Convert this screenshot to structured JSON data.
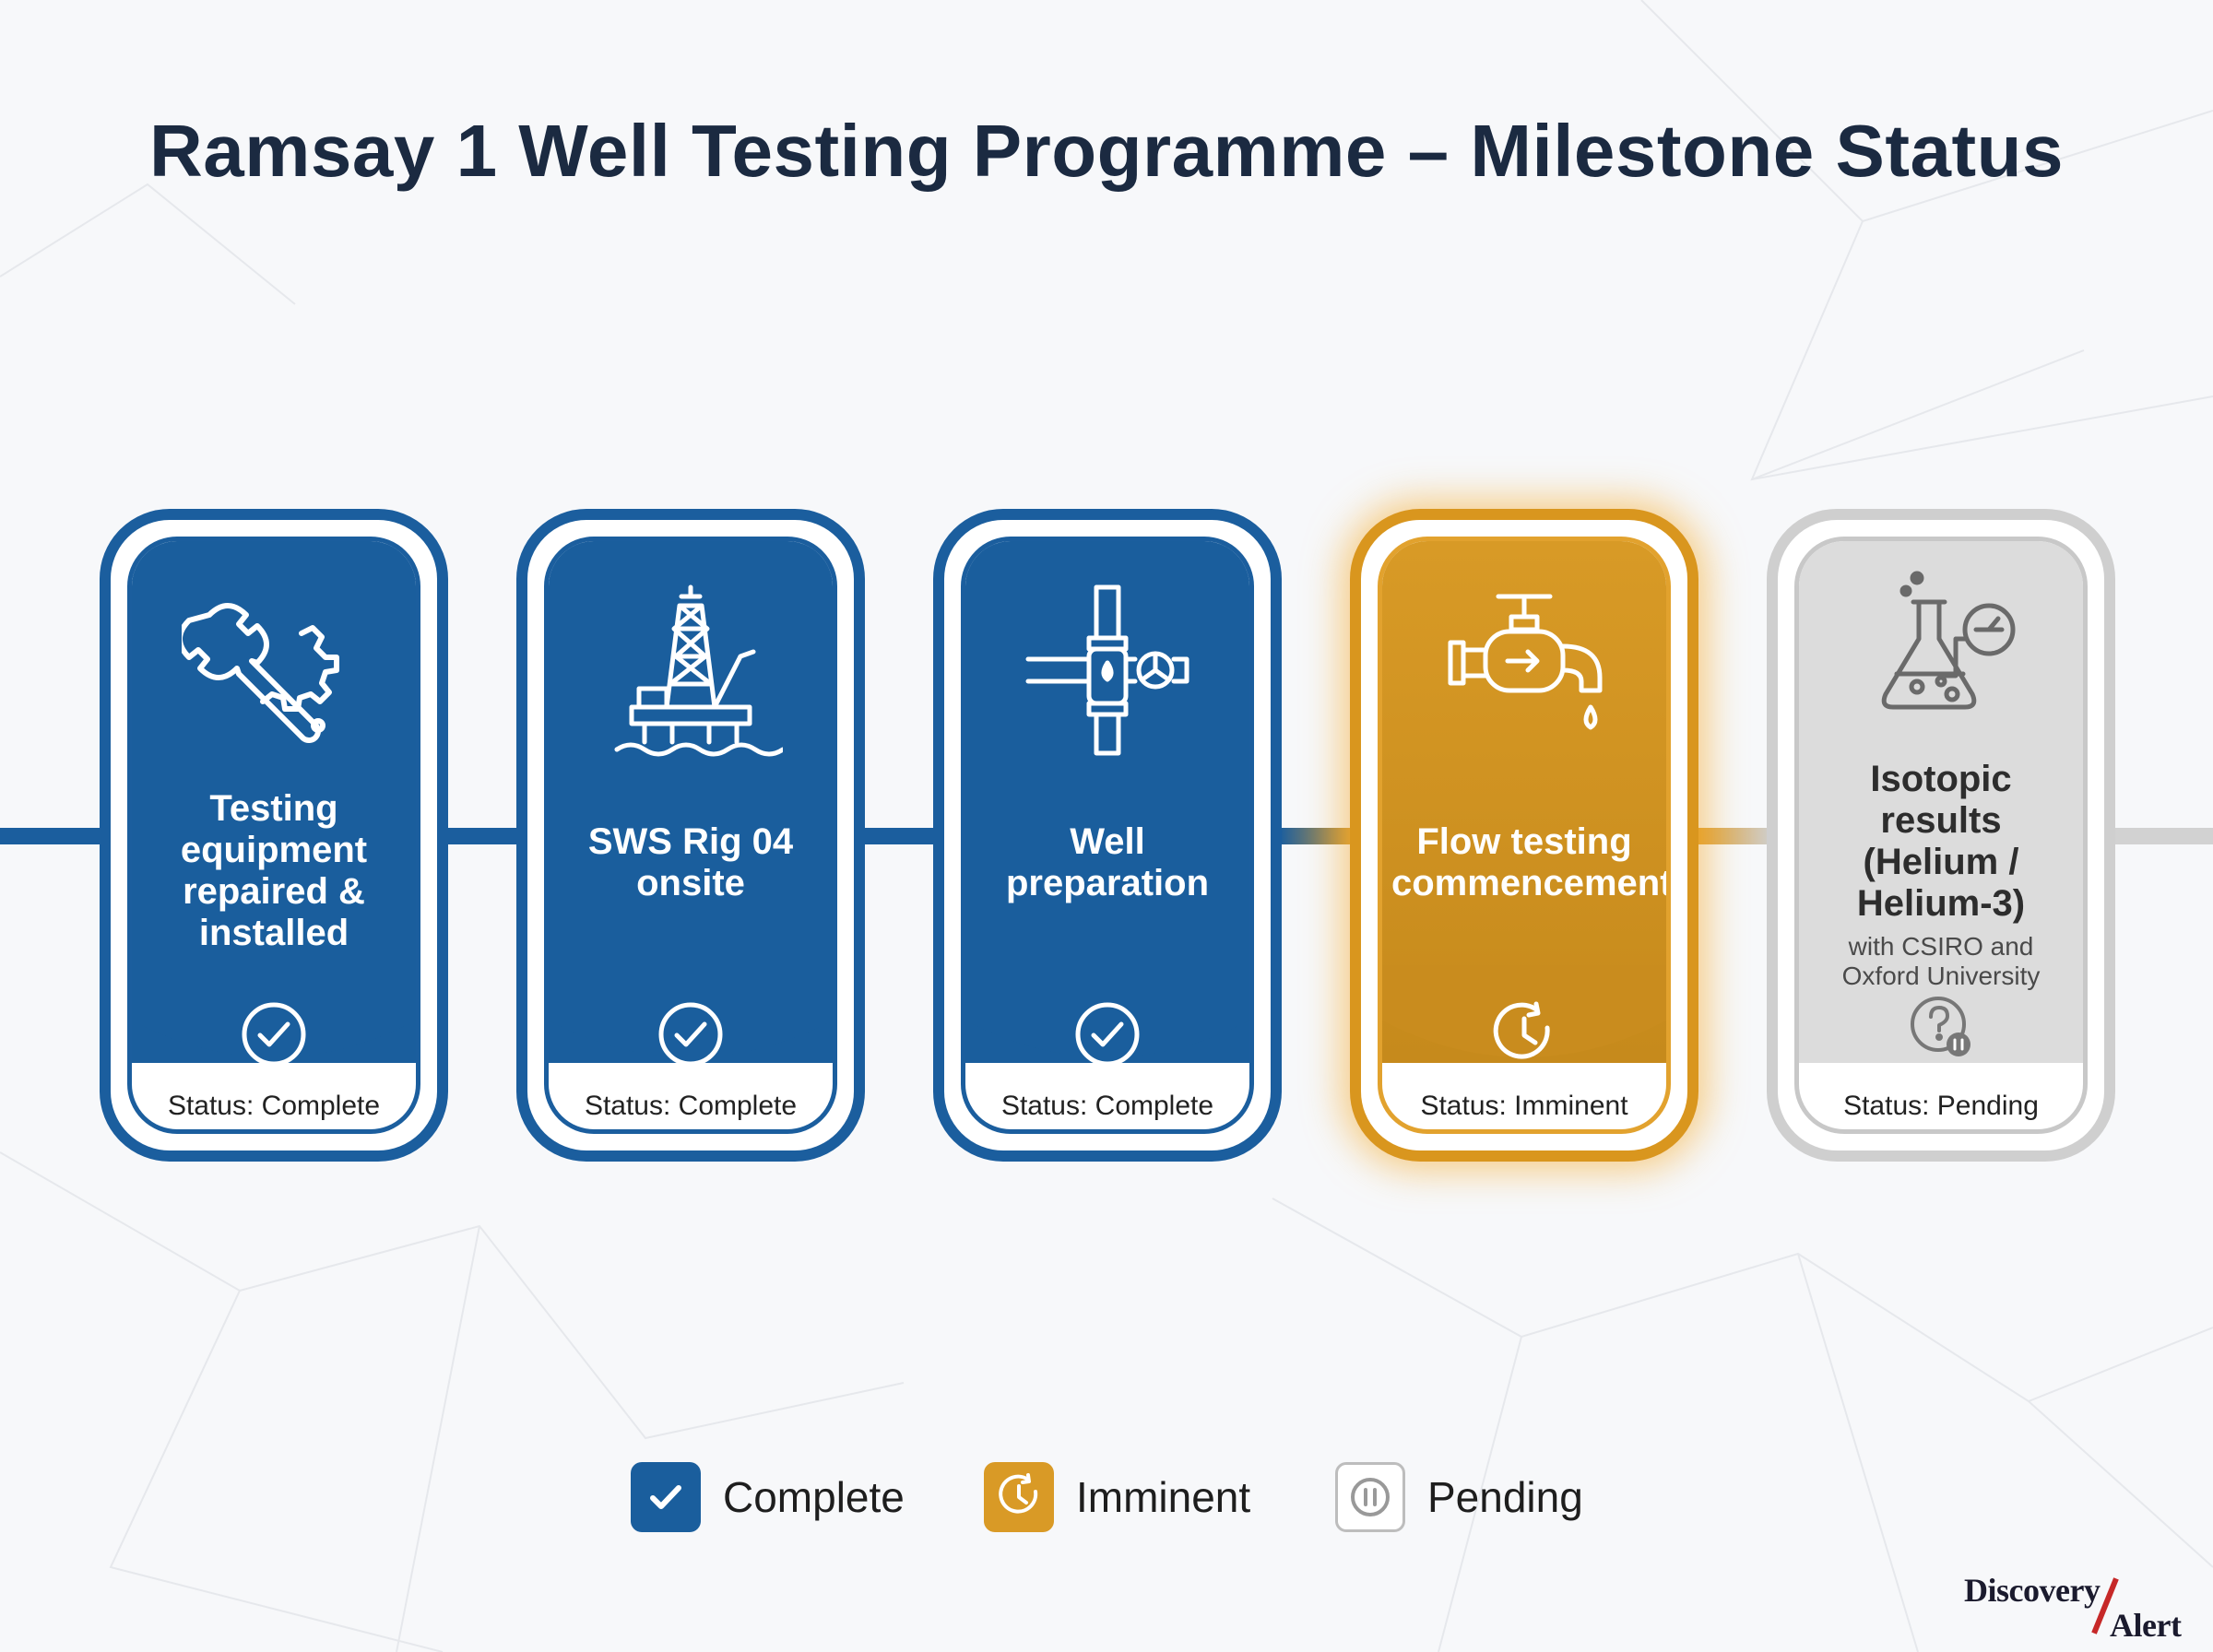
{
  "title": "Ramsay 1 Well Testing Programme – Milestone Status",
  "colors": {
    "complete": "#1a5e9d",
    "imminent": "#d89a26",
    "pending": "#cfcfcf",
    "title": "#1b2a41"
  },
  "milestones": [
    {
      "label": "Testing equipment repaired & installed",
      "sub": "",
      "status": "Status: Complete",
      "state": "complete",
      "icon": "wrench-gear-icon"
    },
    {
      "label": "SWS Rig 04 onsite",
      "sub": "",
      "status": "Status: Complete",
      "state": "complete",
      "icon": "offshore-rig-icon"
    },
    {
      "label": "Well preparation",
      "sub": "",
      "status": "Status: Complete",
      "state": "complete",
      "icon": "pipe-valve-icon"
    },
    {
      "label": "Flow testing commencement",
      "sub": "",
      "status": "Status: Imminent",
      "state": "imminent",
      "icon": "faucet-flow-icon"
    },
    {
      "label": "Isotopic results (Helium / Helium-3)",
      "sub": "with CSIRO and Oxford University",
      "status": "Status: Pending",
      "state": "pending",
      "icon": "flask-gauge-icon"
    }
  ],
  "legend": [
    {
      "label": "Complete",
      "icon": "check-icon"
    },
    {
      "label": "Imminent",
      "icon": "clock-icon"
    },
    {
      "label": "Pending",
      "icon": "pause-icon"
    }
  ],
  "brand": {
    "line1": "Discovery",
    "line2": "Alert"
  }
}
